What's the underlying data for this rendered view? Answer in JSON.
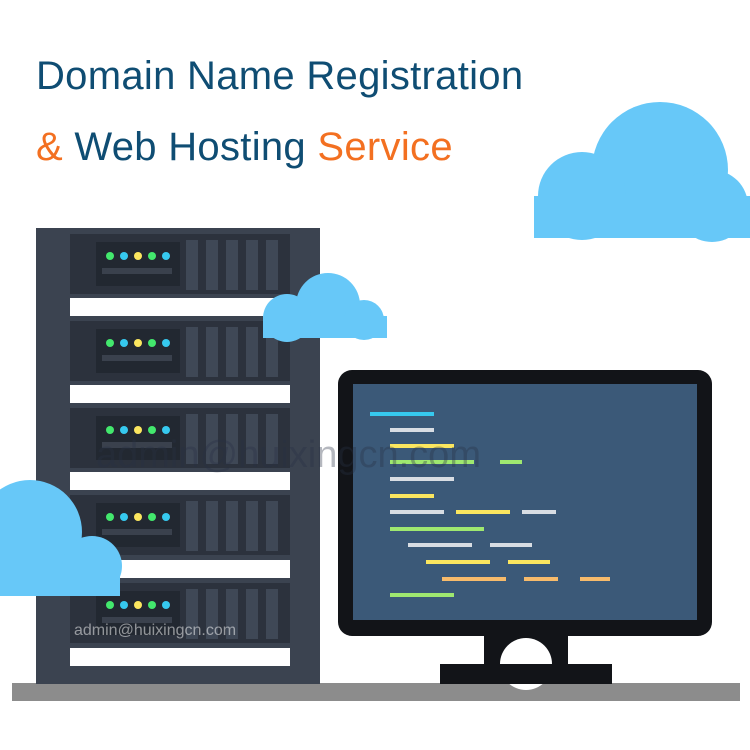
{
  "headline": {
    "line1": "Domain Name Registration",
    "line2_prefix": "& ",
    "line2_middle": "Web Hosting ",
    "line2_suffix": "Service"
  },
  "watermark": {
    "large": "admin@huixingcn.com",
    "small": "admin@huixingcn.com"
  },
  "colors": {
    "heading_blue": "#0f4d73",
    "accent_orange": "#f37021",
    "cloud": "#67c8f8",
    "server_body": "#3b4350",
    "monitor_frame": "#121418",
    "monitor_screen": "#3b5978",
    "ground": "#8c8c8c"
  },
  "icons": [
    "cloud-icon",
    "server-rack-icon",
    "monitor-icon",
    "status-led-icon"
  ]
}
